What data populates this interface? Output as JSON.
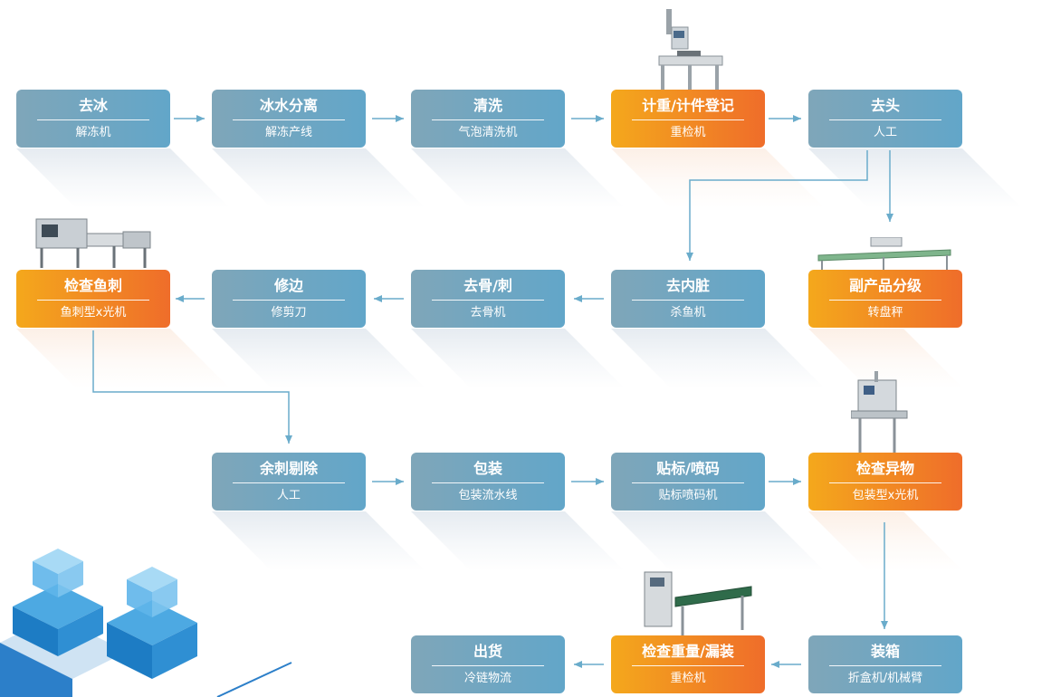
{
  "colors": {
    "step": "#6ea6c2",
    "check_step": "#f2882a",
    "arrow": "#6aaccb"
  },
  "steps": {
    "deice": {
      "title": "去冰",
      "sub": "解冻机"
    },
    "separate": {
      "title": "冰水分离",
      "sub": "解冻产线"
    },
    "wash": {
      "title": "清洗",
      "sub": "气泡清洗机"
    },
    "weigh": {
      "title": "计重/计件登记",
      "sub": "重检机"
    },
    "dehead": {
      "title": "去头",
      "sub": "人工"
    },
    "byproduct": {
      "title": "副产品分级",
      "sub": "转盘秤"
    },
    "gut": {
      "title": "去内脏",
      "sub": "杀鱼机"
    },
    "debone": {
      "title": "去骨/刺",
      "sub": "去骨机"
    },
    "trim": {
      "title": "修边",
      "sub": "修剪刀"
    },
    "bonecheck": {
      "title": "检查鱼刺",
      "sub": "鱼刺型x光机"
    },
    "residual": {
      "title": "余刺剔除",
      "sub": "人工"
    },
    "pack": {
      "title": "包装",
      "sub": "包装流水线"
    },
    "label": {
      "title": "贴标/喷码",
      "sub": "贴标喷码机"
    },
    "foreign": {
      "title": "检查异物",
      "sub": "包装型x光机"
    },
    "box": {
      "title": "装箱",
      "sub": "折盒机/机械臂"
    },
    "weightcheck": {
      "title": "检查重量/漏装",
      "sub": "重检机"
    },
    "ship": {
      "title": "出货",
      "sub": "冷链物流"
    }
  },
  "machine_images": [
    "checkweigher",
    "xray-inspection-line",
    "grading-scale",
    "packaging-xray",
    "conveyor-checkweigher",
    "server-isometric-decoration"
  ]
}
